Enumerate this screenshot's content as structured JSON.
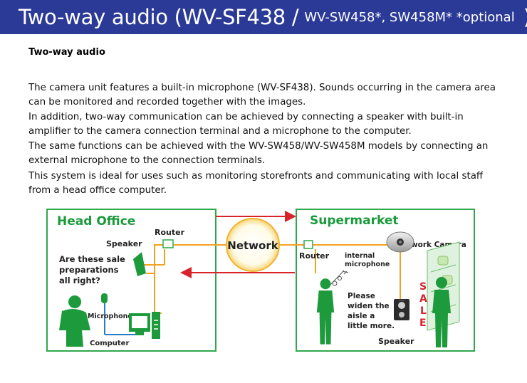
{
  "title": {
    "main": "Two-way audio (WV-SF438 / ",
    "sub": "WV-SW458*, SW458M* *optional",
    "end": ")"
  },
  "heading": "Two-way audio",
  "paragraphs": [
    "The camera unit features a built-in microphone (WV-SF438). Sounds occurring in the camera area can be monitored and recorded together with the images.",
    "In addition, two-way communication can be achieved by connecting a speaker with built-in amplifier to the camera connection terminal and a microphone to the computer.",
    "The same functions can be achieved with the WV-SW458/WV-SW458M models by connecting an external microphone to the connection terminals.",
    "This system is ideal for uses such as monitoring storefronts and communicating with local staff from a head office computer."
  ],
  "diagram": {
    "head_office": "Head Office",
    "router_left": "Router",
    "speaker_left": "Speaker",
    "question": [
      "Are these sale",
      "preparations",
      "all right?"
    ],
    "microphone": "Microphone",
    "computer": "Computer",
    "network": "Network",
    "supermarket": "Supermarket",
    "router_right": "Router",
    "network_camera": "Network Camera",
    "internal_mic": [
      "internal",
      "microphone"
    ],
    "reply": [
      "Please",
      "widen the",
      "aisle a",
      "little more."
    ],
    "speaker_right": "Speaker",
    "sale_sign": [
      "S",
      "A",
      "L",
      "E"
    ],
    "colors": {
      "panel_border": "#2fa84a",
      "panel_title": "#1a9a3a",
      "person": "#1c9a3c",
      "cable": "#f4a21e",
      "arrow": "#d8232a",
      "network_ring": "#f2b233"
    }
  }
}
